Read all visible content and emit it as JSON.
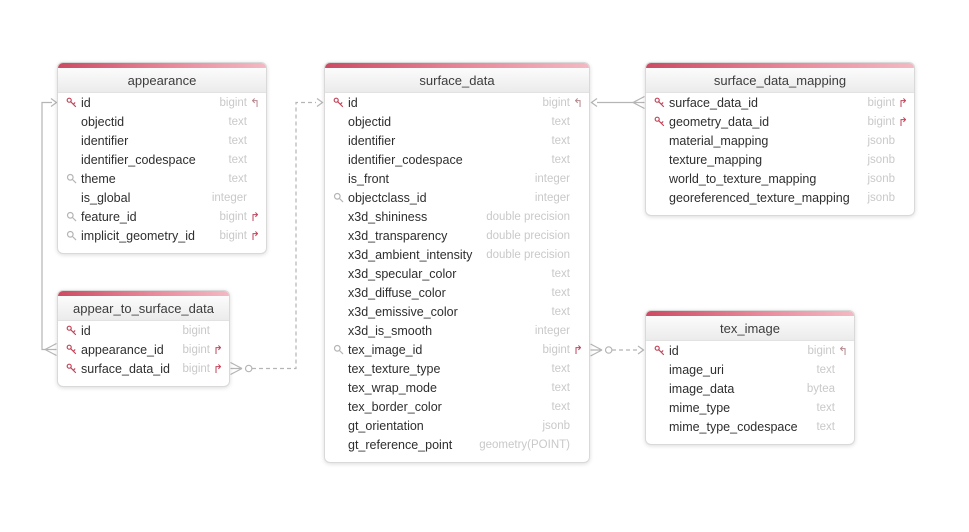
{
  "diagram": {
    "colors": {
      "accent_left": "#cc4b63",
      "accent_right": "#f3b9c3",
      "key_icon": "#c2455a",
      "magnifier_icon": "#b5b5b5",
      "field_type_text": "#c9c9c9",
      "relationship_line": "#b5b5b5"
    },
    "tables": [
      {
        "name": "appearance",
        "fields": [
          {
            "name": "id",
            "type": "bigint",
            "icon": "key",
            "ref": "in"
          },
          {
            "name": "objectid",
            "type": "text",
            "icon": null,
            "ref": null
          },
          {
            "name": "identifier",
            "type": "text",
            "icon": null,
            "ref": null
          },
          {
            "name": "identifier_codespace",
            "type": "text",
            "icon": null,
            "ref": null
          },
          {
            "name": "theme",
            "type": "text",
            "icon": "magnifier",
            "ref": null
          },
          {
            "name": "is_global",
            "type": "integer",
            "icon": null,
            "ref": null
          },
          {
            "name": "feature_id",
            "type": "bigint",
            "icon": "magnifier",
            "ref": "out"
          },
          {
            "name": "implicit_geometry_id",
            "type": "bigint",
            "icon": "magnifier",
            "ref": "out"
          }
        ]
      },
      {
        "name": "appear_to_surface_data",
        "fields": [
          {
            "name": "id",
            "type": "bigint",
            "icon": "key",
            "ref": null
          },
          {
            "name": "appearance_id",
            "type": "bigint",
            "icon": "key",
            "ref": "out"
          },
          {
            "name": "surface_data_id",
            "type": "bigint",
            "icon": "key",
            "ref": "out"
          }
        ]
      },
      {
        "name": "surface_data",
        "fields": [
          {
            "name": "id",
            "type": "bigint",
            "icon": "key",
            "ref": "in"
          },
          {
            "name": "objectid",
            "type": "text",
            "icon": null,
            "ref": null
          },
          {
            "name": "identifier",
            "type": "text",
            "icon": null,
            "ref": null
          },
          {
            "name": "identifier_codespace",
            "type": "text",
            "icon": null,
            "ref": null
          },
          {
            "name": "is_front",
            "type": "integer",
            "icon": null,
            "ref": null
          },
          {
            "name": "objectclass_id",
            "type": "integer",
            "icon": "magnifier",
            "ref": null
          },
          {
            "name": "x3d_shininess",
            "type": "double precision",
            "icon": null,
            "ref": null
          },
          {
            "name": "x3d_transparency",
            "type": "double precision",
            "icon": null,
            "ref": null
          },
          {
            "name": "x3d_ambient_intensity",
            "type": "double precision",
            "icon": null,
            "ref": null
          },
          {
            "name": "x3d_specular_color",
            "type": "text",
            "icon": null,
            "ref": null
          },
          {
            "name": "x3d_diffuse_color",
            "type": "text",
            "icon": null,
            "ref": null
          },
          {
            "name": "x3d_emissive_color",
            "type": "text",
            "icon": null,
            "ref": null
          },
          {
            "name": "x3d_is_smooth",
            "type": "integer",
            "icon": null,
            "ref": null
          },
          {
            "name": "tex_image_id",
            "type": "bigint",
            "icon": "magnifier",
            "ref": "out"
          },
          {
            "name": "tex_texture_type",
            "type": "text",
            "icon": null,
            "ref": null
          },
          {
            "name": "tex_wrap_mode",
            "type": "text",
            "icon": null,
            "ref": null
          },
          {
            "name": "tex_border_color",
            "type": "text",
            "icon": null,
            "ref": null
          },
          {
            "name": "gt_orientation",
            "type": "jsonb",
            "icon": null,
            "ref": null
          },
          {
            "name": "gt_reference_point",
            "type": "geometry(POINT)",
            "icon": null,
            "ref": null
          }
        ]
      },
      {
        "name": "surface_data_mapping",
        "fields": [
          {
            "name": "surface_data_id",
            "type": "bigint",
            "icon": "key",
            "ref": "out"
          },
          {
            "name": "geometry_data_id",
            "type": "bigint",
            "icon": "key",
            "ref": "out"
          },
          {
            "name": "material_mapping",
            "type": "jsonb",
            "icon": null,
            "ref": null
          },
          {
            "name": "texture_mapping",
            "type": "jsonb",
            "icon": null,
            "ref": null
          },
          {
            "name": "world_to_texture_mapping",
            "type": "jsonb",
            "icon": null,
            "ref": null
          },
          {
            "name": "georeferenced_texture_mapping",
            "type": "jsonb",
            "icon": null,
            "ref": null
          }
        ]
      },
      {
        "name": "tex_image",
        "fields": [
          {
            "name": "id",
            "type": "bigint",
            "icon": "key",
            "ref": "in"
          },
          {
            "name": "image_uri",
            "type": "text",
            "icon": null,
            "ref": null
          },
          {
            "name": "image_data",
            "type": "bytea",
            "icon": null,
            "ref": null
          },
          {
            "name": "mime_type",
            "type": "text",
            "icon": null,
            "ref": null
          },
          {
            "name": "mime_type_codespace",
            "type": "text",
            "icon": null,
            "ref": null
          }
        ]
      }
    ],
    "relationships": [
      {
        "from": "appear_to_surface_data.appearance_id",
        "to": "appearance.id",
        "line": "solid",
        "from_marker": "many",
        "to_marker": "one-arrow"
      },
      {
        "from": "appear_to_surface_data.surface_data_id",
        "to": "surface_data.id",
        "line": "dashed",
        "from_marker": "zero-or-many",
        "to_marker": "one-arrow"
      },
      {
        "from": "surface_data_mapping.surface_data_id",
        "to": "surface_data.id",
        "line": "solid",
        "from_marker": "many",
        "to_marker": "one-arrow"
      },
      {
        "from": "surface_data.tex_image_id",
        "to": "tex_image.id",
        "line": "dashed",
        "from_marker": "zero-or-many",
        "to_marker": "one-arrow"
      }
    ]
  }
}
